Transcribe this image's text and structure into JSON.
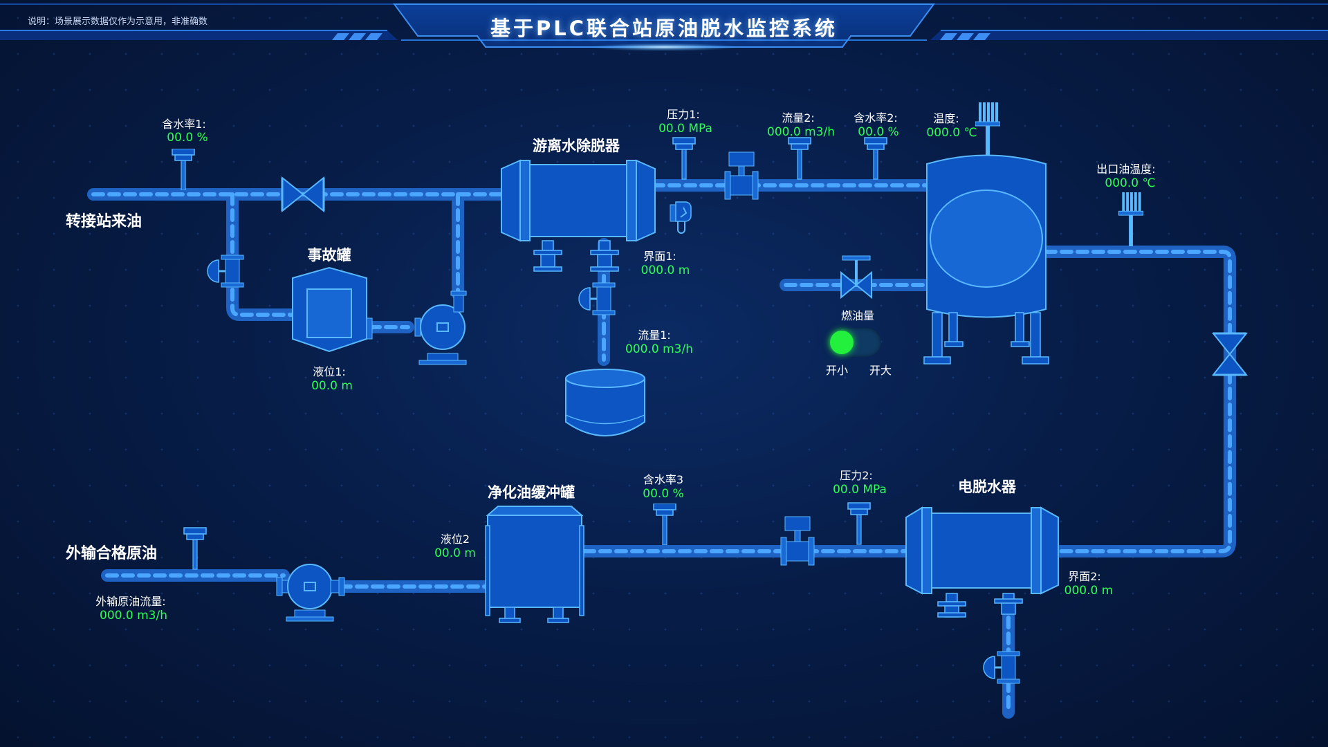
{
  "header": {
    "title": "基于PLC联合站原油脱水监控系统",
    "note": "说明：场景展示数据仅作为示意用，非准确数"
  },
  "sources": {
    "inlet": "转接站来油",
    "outlet": "外输合格原油"
  },
  "equipment": {
    "free_water_remover": "游离水除脱器",
    "accident_tank": "事故罐",
    "buffer_tank": "净化油缓冲罐",
    "electric_dehydrator": "电脱水器"
  },
  "sensors": {
    "water_cut1": {
      "label": "含水率1:",
      "value": "00.0 %"
    },
    "pressure1": {
      "label": "压力1:",
      "value": "00.0 MPa"
    },
    "flow2": {
      "label": "流量2:",
      "value": "000.0 m3/h"
    },
    "water_cut2": {
      "label": "含水率2:",
      "value": "00.0 %"
    },
    "temperature": {
      "label": "温度:",
      "value": "000.0 ℃"
    },
    "interface1": {
      "label": "界面1:",
      "value": "000.0 m"
    },
    "outlet_oil_temp": {
      "label": "出口油温度:",
      "value": "000.0 ℃"
    },
    "level1": {
      "label": "液位1:",
      "value": "00.0 m"
    },
    "flow1": {
      "label": "流量1:",
      "value": "000.0 m3/h"
    },
    "water_cut3": {
      "label": "含水率3",
      "value": "00.0 %"
    },
    "pressure2": {
      "label": "压力2:",
      "value": "00.0 MPa"
    },
    "level2": {
      "label": "液位2",
      "value": "00.0 m"
    },
    "interface2": {
      "label": "界面2:",
      "value": "000.0 m"
    },
    "export_flow": {
      "label": "外输原油流量:",
      "value": "000.0 m3/h"
    }
  },
  "burner": {
    "label": "燃油量",
    "open_small": "开小",
    "open_large": "开大",
    "state": "on"
  },
  "colors": {
    "pipe": "#1e63c4",
    "pipe_dash": "#4aa6ff",
    "equipment_fill": "#0d55c2",
    "equipment_stroke": "#55b4ff",
    "value_text": "#2dff55",
    "toggle_on": "#22f03c"
  },
  "icons": [
    "valve-icon",
    "pump-icon",
    "flowmeter-icon",
    "water-cut-sensor-icon",
    "thermometer-icon",
    "hand-valve-icon"
  ]
}
